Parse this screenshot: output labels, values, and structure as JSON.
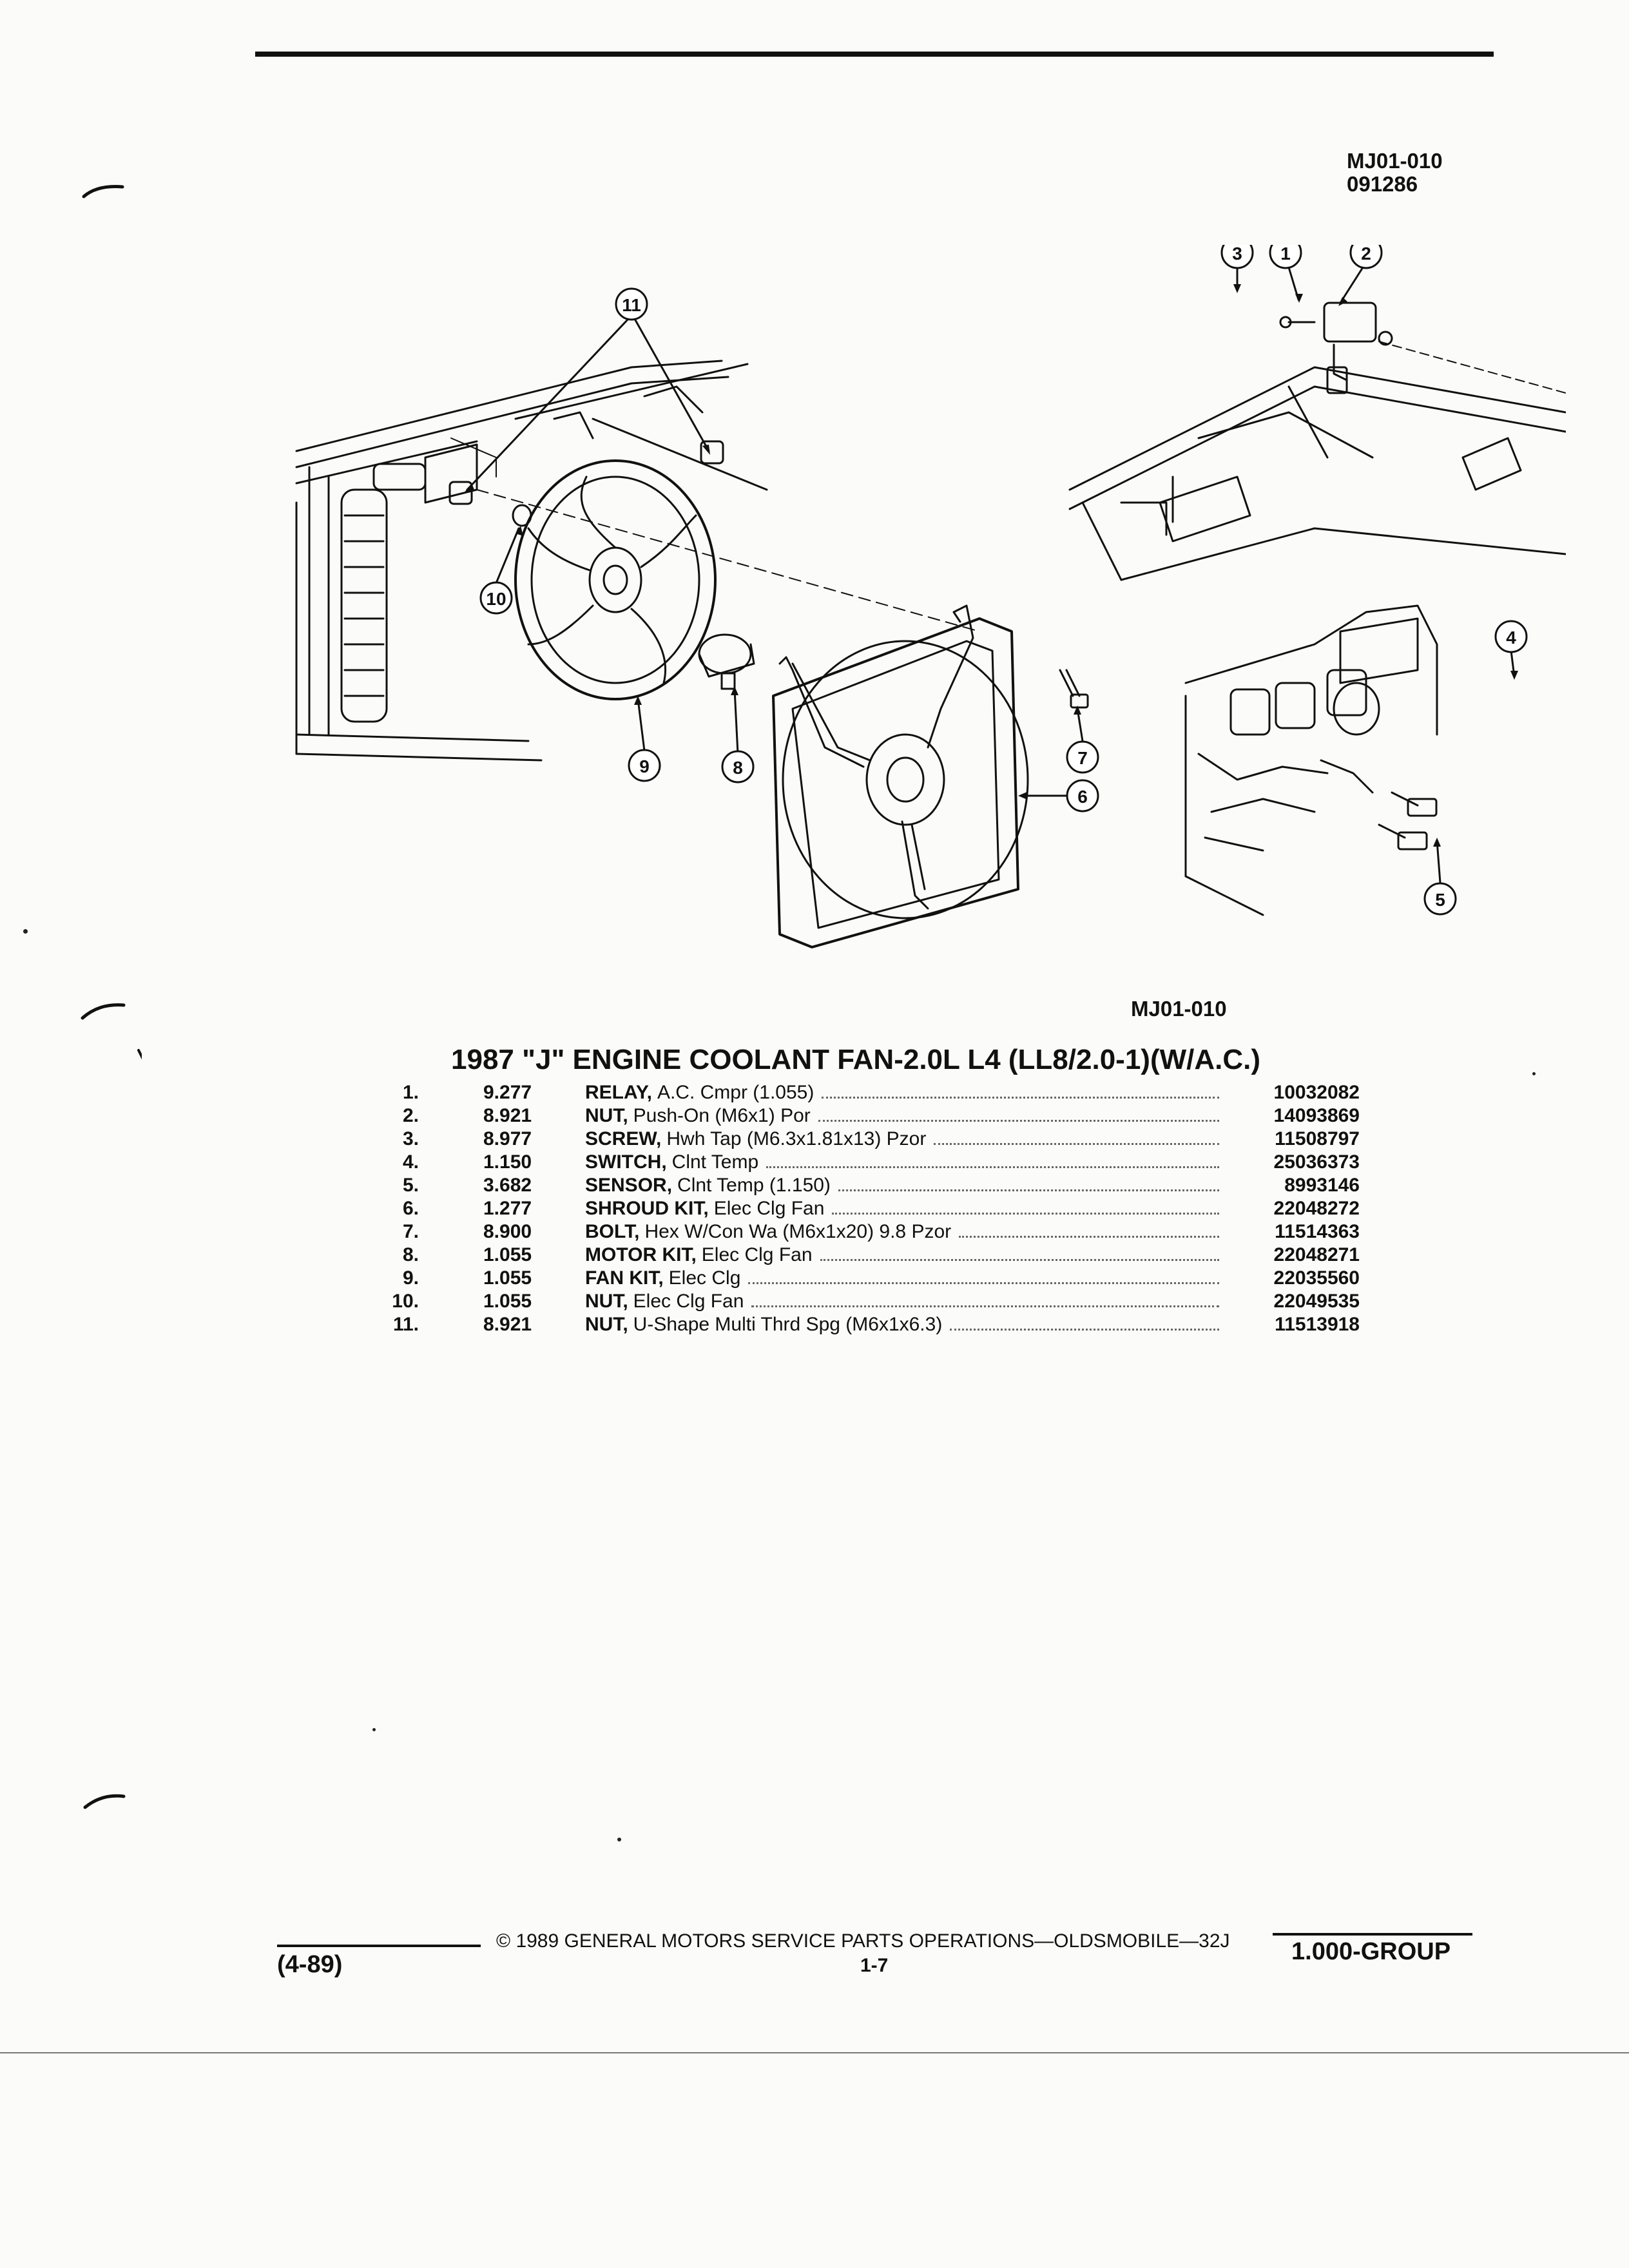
{
  "page": {
    "code_top_line1": "MJ01-010",
    "code_top_line2": "091286",
    "code_bottom": "MJ01-010",
    "title": "1987 \"J\" ENGINE COOLANT FAN-2.0L L4 (LL8/2.0-1)(W/A.C.)"
  },
  "callouts": [
    "1",
    "2",
    "3",
    "4",
    "5",
    "6",
    "7",
    "8",
    "9",
    "10",
    "11"
  ],
  "parts": [
    {
      "num": "1.",
      "cat": "9.277",
      "name": "RELAY,",
      "desc": "A.C. Cmpr (1.055)",
      "pn": "10032082"
    },
    {
      "num": "2.",
      "cat": "8.921",
      "name": "NUT,",
      "desc": "Push-On (M6x1) Por",
      "pn": "14093869"
    },
    {
      "num": "3.",
      "cat": "8.977",
      "name": "SCREW,",
      "desc": "Hwh Tap (M6.3x1.81x13) Pzor",
      "pn": "11508797"
    },
    {
      "num": "4.",
      "cat": "1.150",
      "name": "SWITCH,",
      "desc": "Clnt Temp",
      "pn": "25036373"
    },
    {
      "num": "5.",
      "cat": "3.682",
      "name": "SENSOR,",
      "desc": "Clnt Temp (1.150)",
      "pn": "8993146"
    },
    {
      "num": "6.",
      "cat": "1.277",
      "name": "SHROUD KIT,",
      "desc": "Elec Clg Fan",
      "pn": "22048272"
    },
    {
      "num": "7.",
      "cat": "8.900",
      "name": "BOLT,",
      "desc": "Hex W/Con Wa (M6x1x20) 9.8 Pzor",
      "pn": "11514363"
    },
    {
      "num": "8.",
      "cat": "1.055",
      "name": "MOTOR KIT,",
      "desc": "Elec Clg Fan",
      "pn": "22048271"
    },
    {
      "num": "9.",
      "cat": "1.055",
      "name": "FAN KIT,",
      "desc": "Elec Clg",
      "pn": "22035560"
    },
    {
      "num": "10.",
      "cat": "1.055",
      "name": "NUT,",
      "desc": "Elec Clg Fan",
      "pn": "22049535"
    },
    {
      "num": "11.",
      "cat": "8.921",
      "name": "NUT,",
      "desc": "U-Shape Multi Thrd Spg (M6x1x6.3)",
      "pn": "11513918"
    }
  ],
  "footer": {
    "copyright": "© 1989 GENERAL MOTORS SERVICE PARTS OPERATIONS—OLDSMOBILE—32J",
    "date": "(4-89)",
    "page_number": "1-7",
    "group": "1.000-GROUP"
  }
}
